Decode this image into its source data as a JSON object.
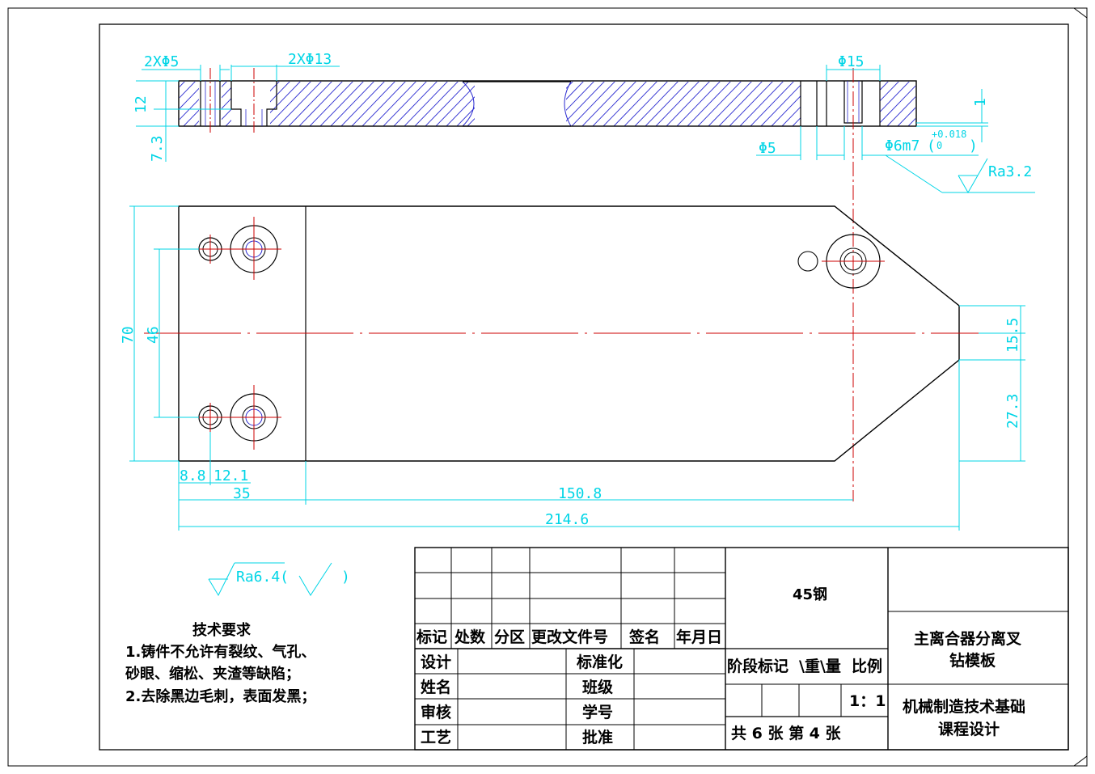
{
  "colors": {
    "outline": "#000000",
    "dimension": "#00d5e6",
    "centerline": "#cc0000",
    "hatch": "#2a2ad0",
    "thread": "#2a2ad0"
  },
  "dimensions": {
    "holes_5": "2XΦ5",
    "holes_13": "2XΦ13",
    "thickness_12": "12",
    "depth_7_3": "7.3",
    "hole_15": "Φ15",
    "hole_5_right": "Φ5",
    "fit_6m7": "Φ6m7",
    "tol_upper": "+0.018",
    "tol_lower": "0",
    "step_1": "1",
    "ra_3_2": "Ra3.2",
    "width_70": "70",
    "spacing_46": "46",
    "right_15_5": "15.5",
    "right_27_3": "27.3",
    "x_8_8": "8.8",
    "x_12_1": "12.1",
    "x_35": "35",
    "len_150_8": "150.8",
    "len_214_6": "214.6"
  },
  "roughness_general": "Ra6.4(",
  "roughness_close": ")",
  "tech": {
    "title": "技术要求",
    "line1": "1.铸件不允许有裂纹、气孔、",
    "line2": "砂眼、缩松、夹渣等缺陷；",
    "line3": "2.去除黑边毛刺，表面发黑；"
  },
  "title_block": {
    "rev_headers": [
      "标记",
      "处数",
      "分区",
      "更改文件号",
      "签名",
      "年月日"
    ],
    "sign_left": [
      "设计",
      "姓名",
      "审核",
      "工艺"
    ],
    "sign_mid": [
      "标准化",
      "班级",
      "学号",
      "批准"
    ],
    "material": "45钢",
    "stage_headers": [
      "阶段标记",
      "\\重\\量",
      "比例"
    ],
    "scale": "1：1",
    "sheet_info": "共 6 张 第 4 张",
    "part_name_1": "主离合器分离叉",
    "part_name_2": "钻模板",
    "course_1": "机械制造技术基础",
    "course_2": "课程设计"
  }
}
